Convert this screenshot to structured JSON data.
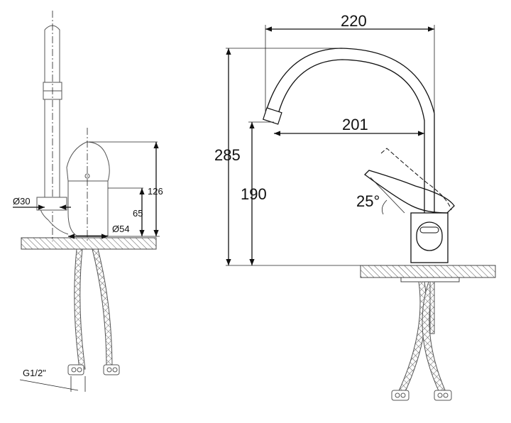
{
  "side_view": {
    "dia_spout": "Ø30",
    "dia_base": "Ø54",
    "height_total": "126",
    "height_body": "65",
    "thread": "G1/2\""
  },
  "front_view": {
    "reach_total": "220",
    "reach_outlet": "201",
    "height_total": "285",
    "height_outlet": "190",
    "lever_angle": "25°"
  }
}
